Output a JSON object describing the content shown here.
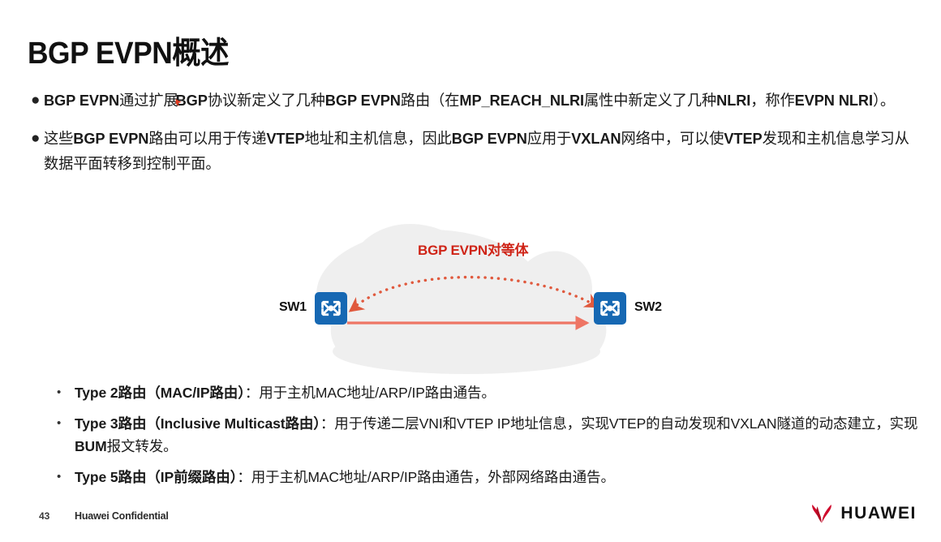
{
  "slide": {
    "title": "BGP EVPN概述",
    "page_number": "43",
    "confidential_label": "Huawei Confidential",
    "brand_name": "HUAWEI",
    "brand_color": "#cf0a2c"
  },
  "bullets": [
    {
      "marker": "●",
      "segments": [
        {
          "text": "BGP EVPN",
          "bold": true
        },
        {
          "text": "通过扩展",
          "bold": false
        },
        {
          "text": "BGP",
          "bold": true
        },
        {
          "text": "协议新定义了几种",
          "bold": false
        },
        {
          "text": "BGP EVPN",
          "bold": true
        },
        {
          "text": "路由（在",
          "bold": false
        },
        {
          "text": "MP_REACH_NLRI",
          "bold": true
        },
        {
          "text": "属性中新定义了几种",
          "bold": false
        },
        {
          "text": "NLRI",
          "bold": true
        },
        {
          "text": "，称作",
          "bold": false
        },
        {
          "text": "EVPN NLRI",
          "bold": true
        },
        {
          "text": "）。",
          "bold": false
        }
      ],
      "plain": "BGP EVPN通过扩展BGP协议新定义了几种BGP EVPN路由（在MP_REACH_NLRI属性中新定义了几种NLRI，称作EVPN NLRI）。"
    },
    {
      "marker": "●",
      "segments": [
        {
          "text": "这些",
          "bold": false
        },
        {
          "text": "BGP EVPN",
          "bold": true
        },
        {
          "text": "路由可以用于传递",
          "bold": false
        },
        {
          "text": "VTEP",
          "bold": true
        },
        {
          "text": "地址和主机信息，因此",
          "bold": false
        },
        {
          "text": "BGP EVPN",
          "bold": true
        },
        {
          "text": "应用于",
          "bold": false
        },
        {
          "text": "VXLAN",
          "bold": true
        },
        {
          "text": "网络中，可以使",
          "bold": false
        },
        {
          "text": "VTEP",
          "bold": true
        },
        {
          "text": "发现和主机信息学习从数据平面转移到控制平面。",
          "bold": false
        }
      ],
      "plain": "这些BGP EVPN路由可以用于传递VTEP地址和主机信息，因此BGP EVPN应用于VXLAN网络中，可以使VTEP发现和主机信息学习从数据平面转移到控制平面。"
    }
  ],
  "diagram": {
    "peer_label": "BGP EVPN对等体",
    "peer_label_color": "#cf2417",
    "dotted_arrow_color": "#e0593d",
    "solid_arrow_color": "#ee7564",
    "cloud_color": "#efefef",
    "switch_color": "#1668b3",
    "nodes": [
      {
        "id": "sw1",
        "label": "SW1"
      },
      {
        "id": "sw2",
        "label": "SW2"
      }
    ]
  },
  "sub_bullets": [
    {
      "marker": "•",
      "segments": [
        {
          "text": "Type 2路由（MAC/IP路由）",
          "bold": true
        },
        {
          "text": "：用于主机MAC地址/ARP/IP路由通告。",
          "bold": false
        }
      ],
      "plain": "Type 2路由（MAC/IP路由）：用于主机MAC地址/ARP/IP路由通告。"
    },
    {
      "marker": "•",
      "segments": [
        {
          "text": "Type 3路由（Inclusive Multicast路由）",
          "bold": true
        },
        {
          "text": "：用于传递二层VNI和VTEP IP地址信息，实现VTEP的自动发现和VXLAN隧道的动态建立，实现",
          "bold": false
        },
        {
          "text": "BUM",
          "bold": true
        },
        {
          "text": "报文转发。",
          "bold": false
        }
      ],
      "plain": "Type 3路由（Inclusive Multicast路由）：用于传递二层VNI和VTEP IP地址信息，实现VTEP的自动发现和VXLAN隧道的动态建立，实现BUM报文转发。"
    },
    {
      "marker": "•",
      "segments": [
        {
          "text": "Type 5路由（IP前缀路由）",
          "bold": true
        },
        {
          "text": "：用于主机MAC地址/ARP/IP路由通告，外部网络路由通告。",
          "bold": false
        }
      ],
      "plain": "Type 5路由（IP前缀路由）：用于主机MAC地址/ARP/IP路由通告，外部网络路由通告。"
    }
  ]
}
